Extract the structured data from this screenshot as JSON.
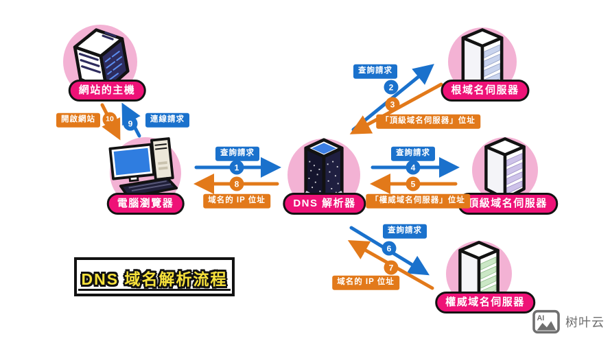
{
  "title": {
    "text": "DNS 域名解析流程"
  },
  "watermark": {
    "icon_text": "AI",
    "text": "树叶云"
  },
  "colors": {
    "request_blue": "#1a71cc",
    "response_orange": "#e2791a",
    "node_circle_pink": "#f3b2d4",
    "label_magenta": "#ee1277",
    "title_yellow": "#f8e23b",
    "watermark_gray": "#6f6f6f"
  },
  "nodes": {
    "host": {
      "label": "網站的主機"
    },
    "browser": {
      "label": "電腦瀏覽器"
    },
    "dns": {
      "label": "DNS 解析器"
    },
    "root": {
      "label": "根域名伺服器"
    },
    "tld": {
      "label": "頂級域名伺服器"
    },
    "auth": {
      "label": "權威域名伺服器"
    }
  },
  "arrows": {
    "a1": {
      "num": "1",
      "label": "查詢請求",
      "color": "blue",
      "from": "browser",
      "to": "dns"
    },
    "a2": {
      "num": "2",
      "label": "查詢請求",
      "color": "blue",
      "from": "dns",
      "to": "root"
    },
    "a3": {
      "num": "3",
      "label": "「頂級域名伺服器」位址",
      "color": "orange",
      "from": "root",
      "to": "dns"
    },
    "a4": {
      "num": "4",
      "label": "查詢請求",
      "color": "blue",
      "from": "dns",
      "to": "tld"
    },
    "a5": {
      "num": "5",
      "label": "「權威域名伺服器」位址",
      "color": "orange",
      "from": "tld",
      "to": "dns"
    },
    "a6": {
      "num": "6",
      "label": "查詢請求",
      "color": "blue",
      "from": "dns",
      "to": "auth"
    },
    "a7": {
      "num": "7",
      "label": "域名的 IP 位址",
      "color": "orange",
      "from": "auth",
      "to": "dns"
    },
    "a8": {
      "num": "8",
      "label": "域名的 IP 位址",
      "color": "orange",
      "from": "dns",
      "to": "browser"
    },
    "a9": {
      "num": "9",
      "label": "連線請求",
      "color": "blue",
      "from": "browser",
      "to": "host"
    },
    "a10": {
      "num": "10",
      "label": "開啟網站",
      "color": "orange",
      "from": "host",
      "to": "browser"
    }
  }
}
